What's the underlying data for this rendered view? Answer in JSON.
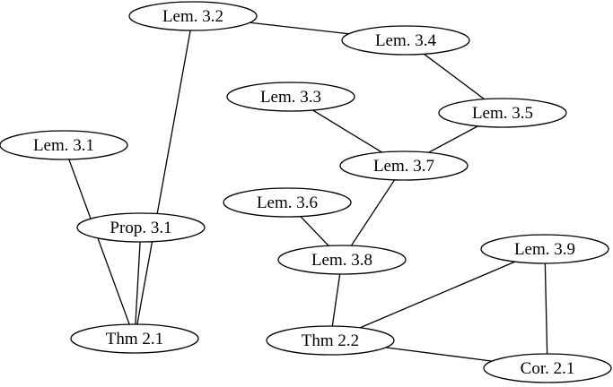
{
  "diagram": {
    "nodes": [
      {
        "id": "lem32",
        "label": "Lem. 3.2"
      },
      {
        "id": "lem34",
        "label": "Lem. 3.4"
      },
      {
        "id": "lem33",
        "label": "Lem. 3.3"
      },
      {
        "id": "lem35",
        "label": "Lem. 3.5"
      },
      {
        "id": "lem31",
        "label": "Lem. 3.1"
      },
      {
        "id": "lem37",
        "label": "Lem. 3.7"
      },
      {
        "id": "lem36",
        "label": "Lem. 3.6"
      },
      {
        "id": "prop31",
        "label": "Prop. 3.1"
      },
      {
        "id": "lem38",
        "label": "Lem. 3.8"
      },
      {
        "id": "lem39",
        "label": "Lem. 3.9"
      },
      {
        "id": "thm21",
        "label": "Thm 2.1"
      },
      {
        "id": "thm22",
        "label": "Thm 2.2"
      },
      {
        "id": "cor21",
        "label": "Cor. 2.1"
      }
    ],
    "edges": [
      {
        "from": "lem32",
        "to": "lem34"
      },
      {
        "from": "lem32",
        "to": "thm21"
      },
      {
        "from": "lem34",
        "to": "lem35"
      },
      {
        "from": "lem35",
        "to": "lem37"
      },
      {
        "from": "lem33",
        "to": "lem37"
      },
      {
        "from": "lem37",
        "to": "lem38"
      },
      {
        "from": "lem36",
        "to": "lem38"
      },
      {
        "from": "lem31",
        "to": "thm21"
      },
      {
        "from": "prop31",
        "to": "thm21"
      },
      {
        "from": "lem38",
        "to": "thm22"
      },
      {
        "from": "lem39",
        "to": "thm22"
      },
      {
        "from": "lem39",
        "to": "cor21"
      },
      {
        "from": "thm22",
        "to": "cor21"
      }
    ]
  }
}
